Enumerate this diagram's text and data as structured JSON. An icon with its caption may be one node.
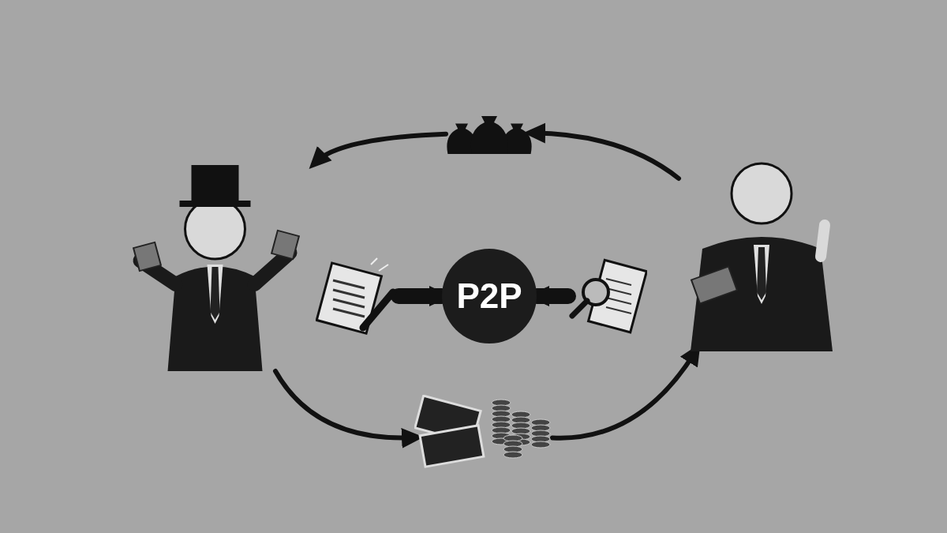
{
  "diagram": {
    "nodes": [
      {
        "text": [],
        "shape": "person"
      },
      {
        "text": [],
        "shape": "picture"
      },
      {
        "text": [
          "P2P"
        ]
      },
      {
        "text": [],
        "shape": "picture"
      },
      {
        "text": [],
        "shape": "person"
      },
      {
        "text": [],
        "shape": "picture"
      },
      {
        "text": [],
        "shape": "picture"
      }
    ],
    "edges": [
      {
        "from": 1,
        "to": 2,
        "arrow": "to",
        "style": "thick"
      },
      {
        "from": 3,
        "to": 2,
        "arrow": "to",
        "style": "thick"
      },
      {
        "from": 4,
        "to": 5,
        "arrow": "to"
      },
      {
        "from": 5,
        "to": 0,
        "arrow": "to"
      },
      {
        "from": 0,
        "to": 6,
        "arrow": "to"
      },
      {
        "from": 6,
        "to": 4,
        "arrow": "to"
      }
    ]
  }
}
